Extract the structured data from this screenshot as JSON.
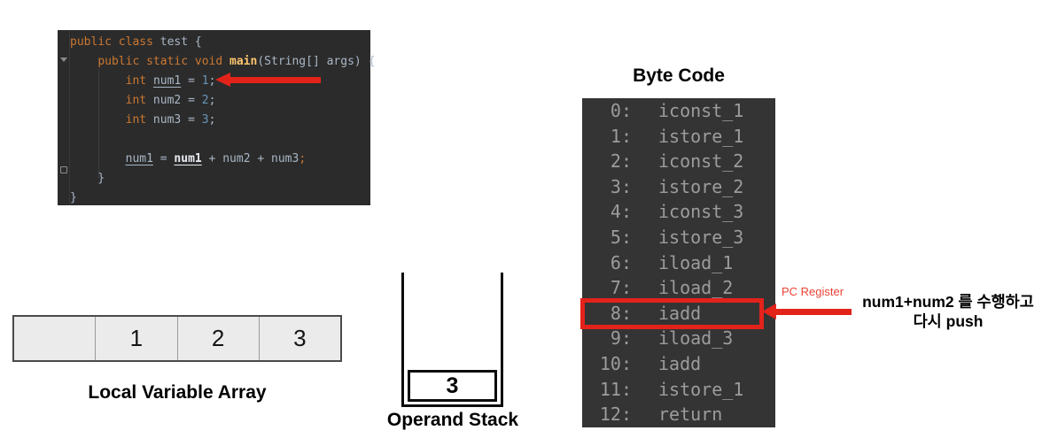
{
  "code_editor": {
    "lines": [
      [
        {
          "t": "public class",
          "c": "kw"
        },
        {
          "t": " test {",
          "c": "fg"
        }
      ],
      [
        {
          "t": "    ",
          "c": "fg"
        },
        {
          "t": "public static void ",
          "c": "kw"
        },
        {
          "t": "main",
          "c": "fn"
        },
        {
          "t": "(String[] args) {",
          "c": "fg"
        }
      ],
      [
        {
          "t": "        ",
          "c": "fg"
        },
        {
          "t": "int",
          "c": "kw"
        },
        {
          "t": " ",
          "c": "fg"
        },
        {
          "t": "num1",
          "c": "var"
        },
        {
          "t": " = ",
          "c": "fg"
        },
        {
          "t": "1",
          "c": "num"
        },
        {
          "t": ";",
          "c": "fg"
        }
      ],
      [
        {
          "t": "        ",
          "c": "fg"
        },
        {
          "t": "int",
          "c": "kw"
        },
        {
          "t": " num2 = ",
          "c": "fg"
        },
        {
          "t": "2",
          "c": "num"
        },
        {
          "t": ";",
          "c": "fg"
        }
      ],
      [
        {
          "t": "        ",
          "c": "fg"
        },
        {
          "t": "int",
          "c": "kw"
        },
        {
          "t": " num3 = ",
          "c": "fg"
        },
        {
          "t": "3",
          "c": "num"
        },
        {
          "t": ";",
          "c": "fg"
        }
      ],
      [],
      [
        {
          "t": "        ",
          "c": "fg"
        },
        {
          "t": "num1",
          "c": "var"
        },
        {
          "t": " = ",
          "c": "fg"
        },
        {
          "t": "num1",
          "c": "varb"
        },
        {
          "t": " + num2 + num3",
          "c": "fg"
        },
        {
          "t": ";",
          "c": "kw"
        }
      ],
      [
        {
          "t": "    }",
          "c": "fg"
        }
      ],
      [
        {
          "t": "}",
          "c": "fg"
        }
      ]
    ]
  },
  "bytecode": {
    "title": "Byte Code",
    "rows": [
      {
        "index": "0",
        "instr": "iconst_1"
      },
      {
        "index": "1",
        "instr": "istore_1"
      },
      {
        "index": "2",
        "instr": "iconst_2"
      },
      {
        "index": "3",
        "instr": "istore_2"
      },
      {
        "index": "4",
        "instr": "iconst_3"
      },
      {
        "index": "5",
        "instr": "istore_3"
      },
      {
        "index": "6",
        "instr": "iload_1"
      },
      {
        "index": "7",
        "instr": "iload_2"
      },
      {
        "index": "8",
        "instr": "iadd"
      },
      {
        "index": "9",
        "instr": "iload_3"
      },
      {
        "index": "10",
        "instr": "iadd"
      },
      {
        "index": "11",
        "instr": "istore_1"
      },
      {
        "index": "12",
        "instr": "return"
      }
    ],
    "highlighted_row_index": 8,
    "pc_register_label": "PC Register",
    "annotation_line1": "num1+num2 를 수행하고",
    "annotation_line2": "다시 push"
  },
  "local_variable_array": {
    "label": "Local Variable Array",
    "cells": [
      "",
      "1",
      "2",
      "3"
    ]
  },
  "operand_stack": {
    "label": "Operand Stack",
    "items": [
      "3"
    ]
  },
  "colors": {
    "accent_red": "#E2231A",
    "highlight_border": "#E3221B",
    "pc_label_red": "#EA4335",
    "code_background": "#2B2B2B",
    "bytecode_background": "#343434",
    "keyword_orange": "#CC7832",
    "code_text_gray": "#A9B7C6",
    "number_blue": "#6897BB",
    "method_yellow": "#FFC66D",
    "bytecode_text_gray": "#9C9C9C",
    "lva_fill": "#EBEBEB"
  }
}
